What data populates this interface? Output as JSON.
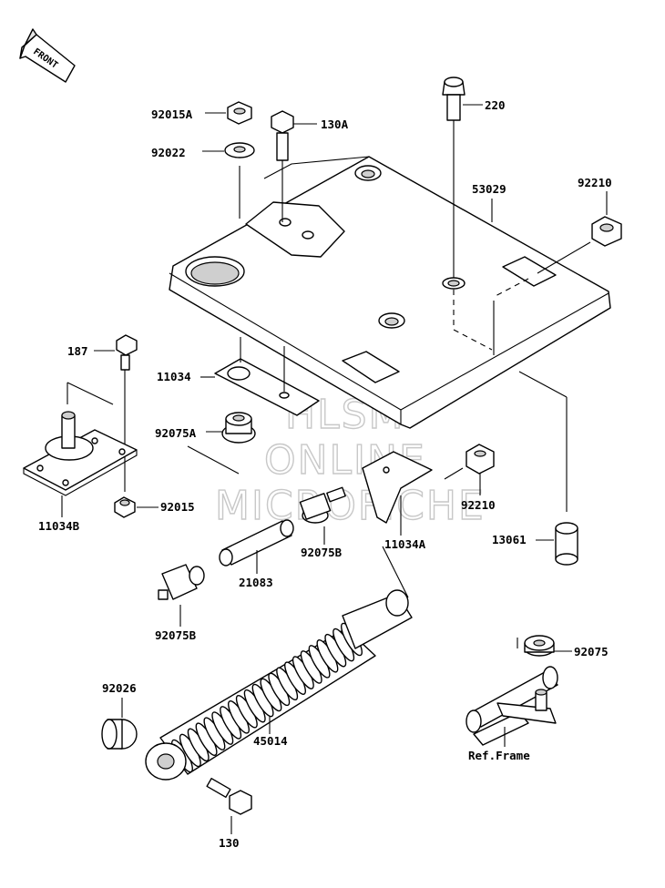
{
  "front_badge": "FRONT",
  "watermark": [
    "HLSM",
    "ONLINE",
    "MICROFICHE"
  ],
  "labels": {
    "p92015A": "92015A",
    "p130A": "130A",
    "p220": "220",
    "p92022": "92022",
    "p53029": "53029",
    "p92210_top": "92210",
    "p187": "187",
    "p11034": "11034",
    "p92075A": "92075A",
    "p11034B": "11034B",
    "p92015": "92015",
    "p92210_mid": "92210",
    "p92075B_mid": "92075B",
    "p11034A": "11034A",
    "p13061": "13061",
    "p21083": "21083",
    "p92075B_left": "92075B",
    "p92075": "92075",
    "p92026": "92026",
    "p45014": "45014",
    "ref_frame": "Ref.Frame",
    "p130": "130"
  }
}
